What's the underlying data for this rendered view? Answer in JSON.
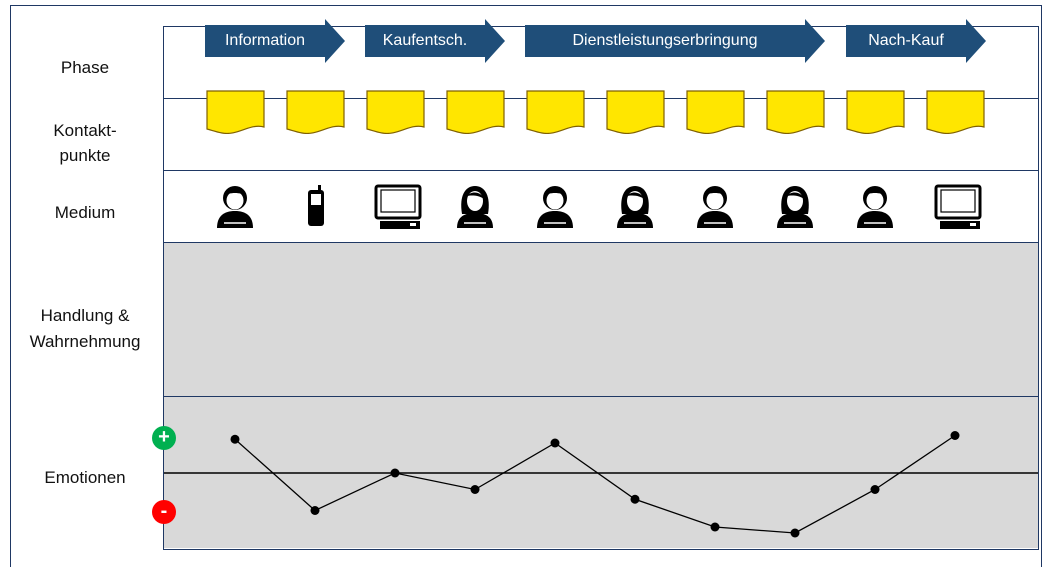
{
  "rows": {
    "phase": "Phase",
    "contact_line1": "Kontakt-",
    "contact_line2": "punkte",
    "medium": "Medium",
    "action_line1": "Handlung &",
    "action_line2": "Wahrnehmung",
    "emotion": "Emotionen"
  },
  "phases": [
    {
      "label": "Information"
    },
    {
      "label": "Kaufentsch."
    },
    {
      "label": "Dienstleistungserbringung"
    },
    {
      "label": "Nach-Kauf"
    }
  ],
  "contact_points": 10,
  "media": [
    "person-male-icon",
    "mobile-phone-icon",
    "computer-icon",
    "person-female-icon",
    "person-male-icon",
    "person-female-icon",
    "person-male-icon",
    "person-female-icon",
    "person-male-icon",
    "computer-icon"
  ],
  "emotion_badges": {
    "positive": "+",
    "negative": "-"
  },
  "colors": {
    "arrow": "#1f4e79",
    "note": "#ffe600",
    "note_border": "#7f6000",
    "gray": "#d9d9d9",
    "border": "#1f3864",
    "positive": "#00b050",
    "negative": "#ff0000"
  },
  "chart_data": {
    "type": "line",
    "x": [
      1,
      2,
      3,
      4,
      5,
      6,
      7,
      8,
      9,
      10
    ],
    "values": [
      0.45,
      -0.5,
      0.0,
      -0.22,
      0.4,
      -0.35,
      -0.72,
      -0.8,
      -0.22,
      0.5
    ],
    "ylim": [
      -1,
      1
    ],
    "baseline": 0,
    "grid": false
  }
}
